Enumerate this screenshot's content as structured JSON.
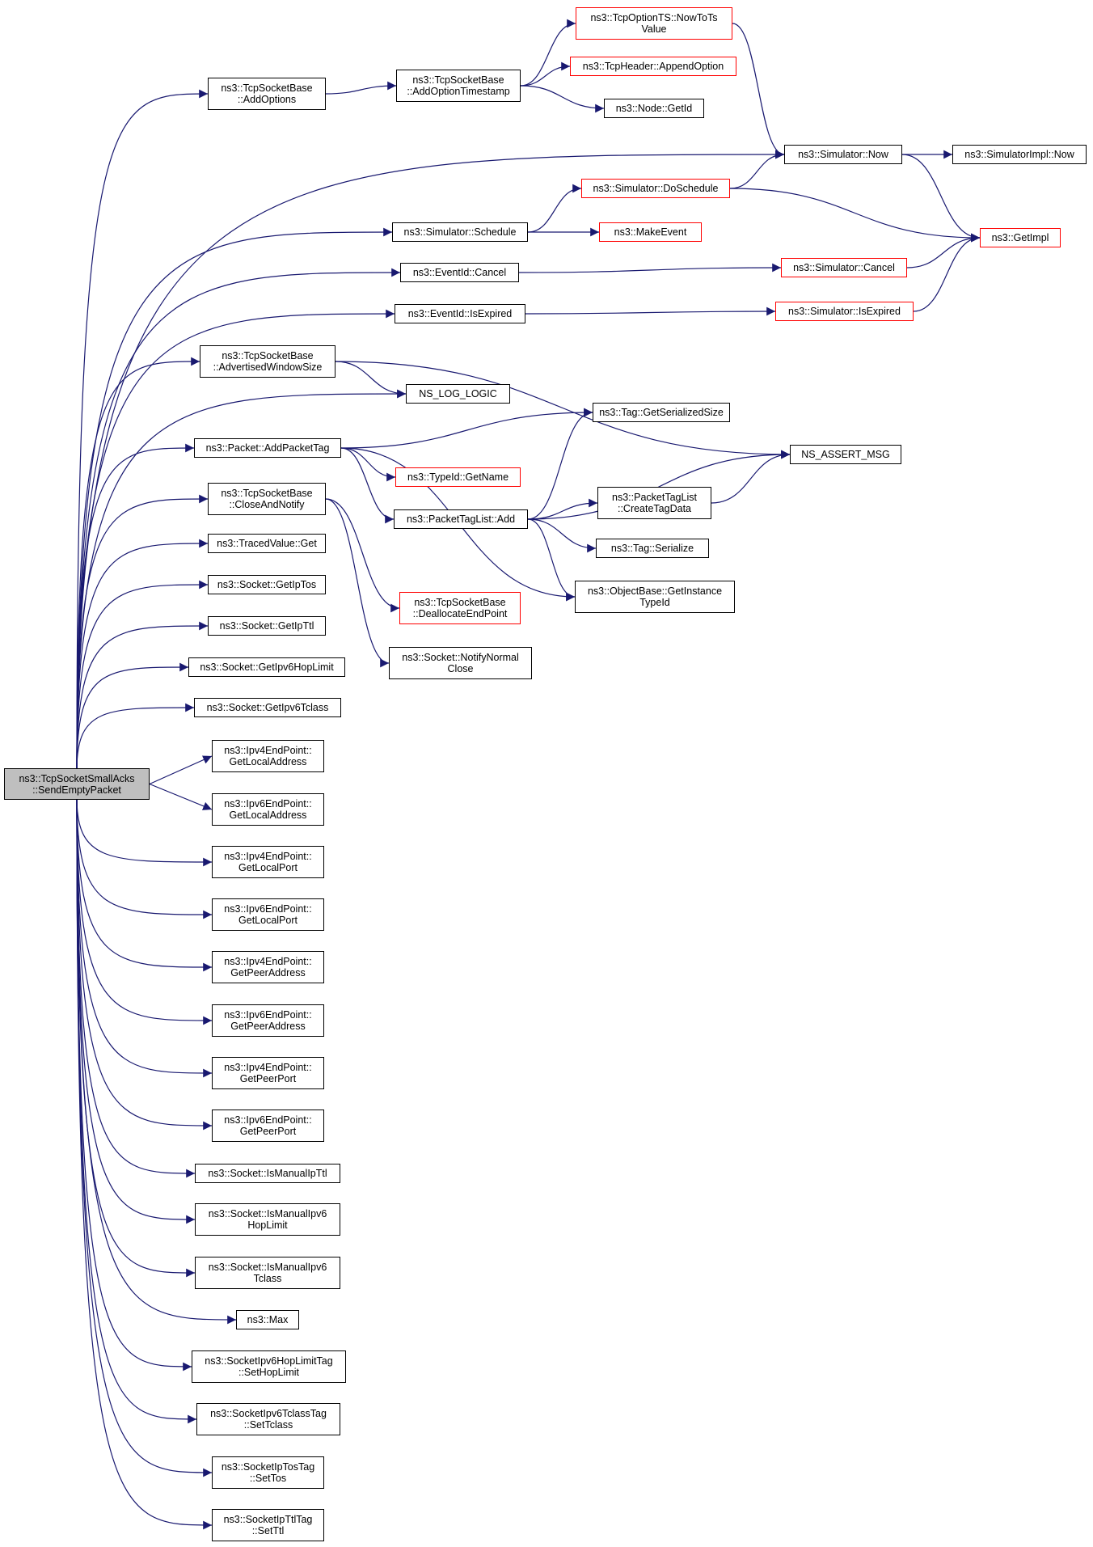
{
  "colors": {
    "edge": "#191970",
    "normal_border": "#000000",
    "truncated_border": "#ff0000",
    "root_fill": "#bfbfbf"
  },
  "nodes": [
    {
      "id": "root",
      "label": "ns3::TcpSocketSmallAcks\n::SendEmptyPacket",
      "style": "gray"
    },
    {
      "id": "addOptions",
      "label": "ns3::TcpSocketBase\n::AddOptions",
      "style": "normal"
    },
    {
      "id": "addOptTs",
      "label": "ns3::TcpSocketBase\n::AddOptionTimestamp",
      "style": "normal"
    },
    {
      "id": "nowToTs",
      "label": "ns3::TcpOptionTS::NowToTs\nValue",
      "style": "red"
    },
    {
      "id": "appendOpt",
      "label": "ns3::TcpHeader::AppendOption",
      "style": "red"
    },
    {
      "id": "nodeGetId",
      "label": "ns3::Node::GetId",
      "style": "normal"
    },
    {
      "id": "simNow",
      "label": "ns3::Simulator::Now",
      "style": "normal"
    },
    {
      "id": "simImplNow",
      "label": "ns3::SimulatorImpl::Now",
      "style": "normal"
    },
    {
      "id": "doSchedule",
      "label": "ns3::Simulator::DoSchedule",
      "style": "red"
    },
    {
      "id": "schedule",
      "label": "ns3::Simulator::Schedule",
      "style": "normal"
    },
    {
      "id": "makeEvent",
      "label": "ns3::MakeEvent",
      "style": "red"
    },
    {
      "id": "getImpl",
      "label": "ns3::GetImpl",
      "style": "red"
    },
    {
      "id": "evCancel",
      "label": "ns3::EventId::Cancel",
      "style": "normal"
    },
    {
      "id": "simCancel",
      "label": "ns3::Simulator::Cancel",
      "style": "red"
    },
    {
      "id": "evExpired",
      "label": "ns3::EventId::IsExpired",
      "style": "normal"
    },
    {
      "id": "simExpired",
      "label": "ns3::Simulator::IsExpired",
      "style": "red"
    },
    {
      "id": "advWin",
      "label": "ns3::TcpSocketBase\n::AdvertisedWindowSize",
      "style": "normal"
    },
    {
      "id": "nsLog",
      "label": "NS_LOG_LOGIC",
      "style": "normal"
    },
    {
      "id": "tagSerSize",
      "label": "ns3::Tag::GetSerializedSize",
      "style": "normal"
    },
    {
      "id": "addPktTag",
      "label": "ns3::Packet::AddPacketTag",
      "style": "normal"
    },
    {
      "id": "nsAssert",
      "label": "NS_ASSERT_MSG",
      "style": "normal"
    },
    {
      "id": "typeIdName",
      "label": "ns3::TypeId::GetName",
      "style": "red"
    },
    {
      "id": "closeNotify",
      "label": "ns3::TcpSocketBase\n::CloseAndNotify",
      "style": "normal"
    },
    {
      "id": "ptlCreate",
      "label": "ns3::PacketTagList\n::CreateTagData",
      "style": "normal"
    },
    {
      "id": "ptlAdd",
      "label": "ns3::PacketTagList::Add",
      "style": "normal"
    },
    {
      "id": "tagSerialize",
      "label": "ns3::Tag::Serialize",
      "style": "normal"
    },
    {
      "id": "tracedGet",
      "label": "ns3::TracedValue::Get",
      "style": "normal"
    },
    {
      "id": "objInst",
      "label": "ns3::ObjectBase::GetInstance\nTypeId",
      "style": "normal"
    },
    {
      "id": "getIpTos",
      "label": "ns3::Socket::GetIpTos",
      "style": "normal"
    },
    {
      "id": "dealloc",
      "label": "ns3::TcpSocketBase\n::DeallocateEndPoint",
      "style": "red"
    },
    {
      "id": "getIpTtl",
      "label": "ns3::Socket::GetIpTtl",
      "style": "normal"
    },
    {
      "id": "notifyClose",
      "label": "ns3::Socket::NotifyNormal\nClose",
      "style": "normal"
    },
    {
      "id": "getHopLim",
      "label": "ns3::Socket::GetIpv6HopLimit",
      "style": "normal"
    },
    {
      "id": "getTclass",
      "label": "ns3::Socket::GetIpv6Tclass",
      "style": "normal"
    },
    {
      "id": "v4LocAddr",
      "label": "ns3::Ipv4EndPoint::\nGetLocalAddress",
      "style": "normal"
    },
    {
      "id": "v6LocAddr",
      "label": "ns3::Ipv6EndPoint::\nGetLocalAddress",
      "style": "normal"
    },
    {
      "id": "v4LocPort",
      "label": "ns3::Ipv4EndPoint::\nGetLocalPort",
      "style": "normal"
    },
    {
      "id": "v6LocPort",
      "label": "ns3::Ipv6EndPoint::\nGetLocalPort",
      "style": "normal"
    },
    {
      "id": "v4PeerAddr",
      "label": "ns3::Ipv4EndPoint::\nGetPeerAddress",
      "style": "normal"
    },
    {
      "id": "v6PeerAddr",
      "label": "ns3::Ipv6EndPoint::\nGetPeerAddress",
      "style": "normal"
    },
    {
      "id": "v4PeerPort",
      "label": "ns3::Ipv4EndPoint::\nGetPeerPort",
      "style": "normal"
    },
    {
      "id": "v6PeerPort",
      "label": "ns3::Ipv6EndPoint::\nGetPeerPort",
      "style": "normal"
    },
    {
      "id": "isManTtl",
      "label": "ns3::Socket::IsManualIpTtl",
      "style": "normal"
    },
    {
      "id": "isManHop",
      "label": "ns3::Socket::IsManualIpv6\nHopLimit",
      "style": "normal"
    },
    {
      "id": "isManTcl",
      "label": "ns3::Socket::IsManualIpv6\nTclass",
      "style": "normal"
    },
    {
      "id": "max",
      "label": "ns3::Max",
      "style": "normal"
    },
    {
      "id": "setHop",
      "label": "ns3::SocketIpv6HopLimitTag\n::SetHopLimit",
      "style": "normal"
    },
    {
      "id": "setTcl",
      "label": "ns3::SocketIpv6TclassTag\n::SetTclass",
      "style": "normal"
    },
    {
      "id": "setTos",
      "label": "ns3::SocketIpTosTag\n::SetTos",
      "style": "normal"
    },
    {
      "id": "setTtl",
      "label": "ns3::SocketIpTtlTag\n::SetTtl",
      "style": "normal"
    }
  ],
  "edges": [
    [
      "root",
      "addOptions"
    ],
    [
      "root",
      "simNow"
    ],
    [
      "root",
      "schedule"
    ],
    [
      "root",
      "evCancel"
    ],
    [
      "root",
      "evExpired"
    ],
    [
      "root",
      "advWin"
    ],
    [
      "root",
      "nsLog"
    ],
    [
      "root",
      "addPktTag"
    ],
    [
      "root",
      "closeNotify"
    ],
    [
      "root",
      "tracedGet"
    ],
    [
      "root",
      "getIpTos"
    ],
    [
      "root",
      "getIpTtl"
    ],
    [
      "root",
      "getHopLim"
    ],
    [
      "root",
      "getTclass"
    ],
    [
      "root",
      "v4LocAddr"
    ],
    [
      "root",
      "v6LocAddr"
    ],
    [
      "root",
      "v4LocPort"
    ],
    [
      "root",
      "v6LocPort"
    ],
    [
      "root",
      "v4PeerAddr"
    ],
    [
      "root",
      "v6PeerAddr"
    ],
    [
      "root",
      "v4PeerPort"
    ],
    [
      "root",
      "v6PeerPort"
    ],
    [
      "root",
      "isManTtl"
    ],
    [
      "root",
      "isManHop"
    ],
    [
      "root",
      "isManTcl"
    ],
    [
      "root",
      "max"
    ],
    [
      "root",
      "setHop"
    ],
    [
      "root",
      "setTcl"
    ],
    [
      "root",
      "setTos"
    ],
    [
      "root",
      "setTtl"
    ],
    [
      "addOptions",
      "addOptTs"
    ],
    [
      "addOptTs",
      "nowToTs"
    ],
    [
      "addOptTs",
      "appendOpt"
    ],
    [
      "addOptTs",
      "nodeGetId"
    ],
    [
      "nowToTs",
      "simNow"
    ],
    [
      "simNow",
      "simImplNow"
    ],
    [
      "simNow",
      "getImpl"
    ],
    [
      "schedule",
      "doSchedule"
    ],
    [
      "schedule",
      "makeEvent"
    ],
    [
      "doSchedule",
      "simNow"
    ],
    [
      "doSchedule",
      "getImpl"
    ],
    [
      "evCancel",
      "simCancel"
    ],
    [
      "simCancel",
      "getImpl"
    ],
    [
      "evExpired",
      "simExpired"
    ],
    [
      "simExpired",
      "getImpl"
    ],
    [
      "advWin",
      "nsLog"
    ],
    [
      "advWin",
      "nsAssert"
    ],
    [
      "addPktTag",
      "tagSerSize"
    ],
    [
      "addPktTag",
      "typeIdName"
    ],
    [
      "addPktTag",
      "ptlAdd"
    ],
    [
      "addPktTag",
      "objInst"
    ],
    [
      "ptlAdd",
      "tagSerSize"
    ],
    [
      "ptlAdd",
      "nsAssert"
    ],
    [
      "ptlAdd",
      "ptlCreate"
    ],
    [
      "ptlAdd",
      "tagSerialize"
    ],
    [
      "ptlAdd",
      "objInst"
    ],
    [
      "ptlCreate",
      "nsAssert"
    ],
    [
      "closeNotify",
      "dealloc"
    ],
    [
      "closeNotify",
      "notifyClose"
    ]
  ]
}
